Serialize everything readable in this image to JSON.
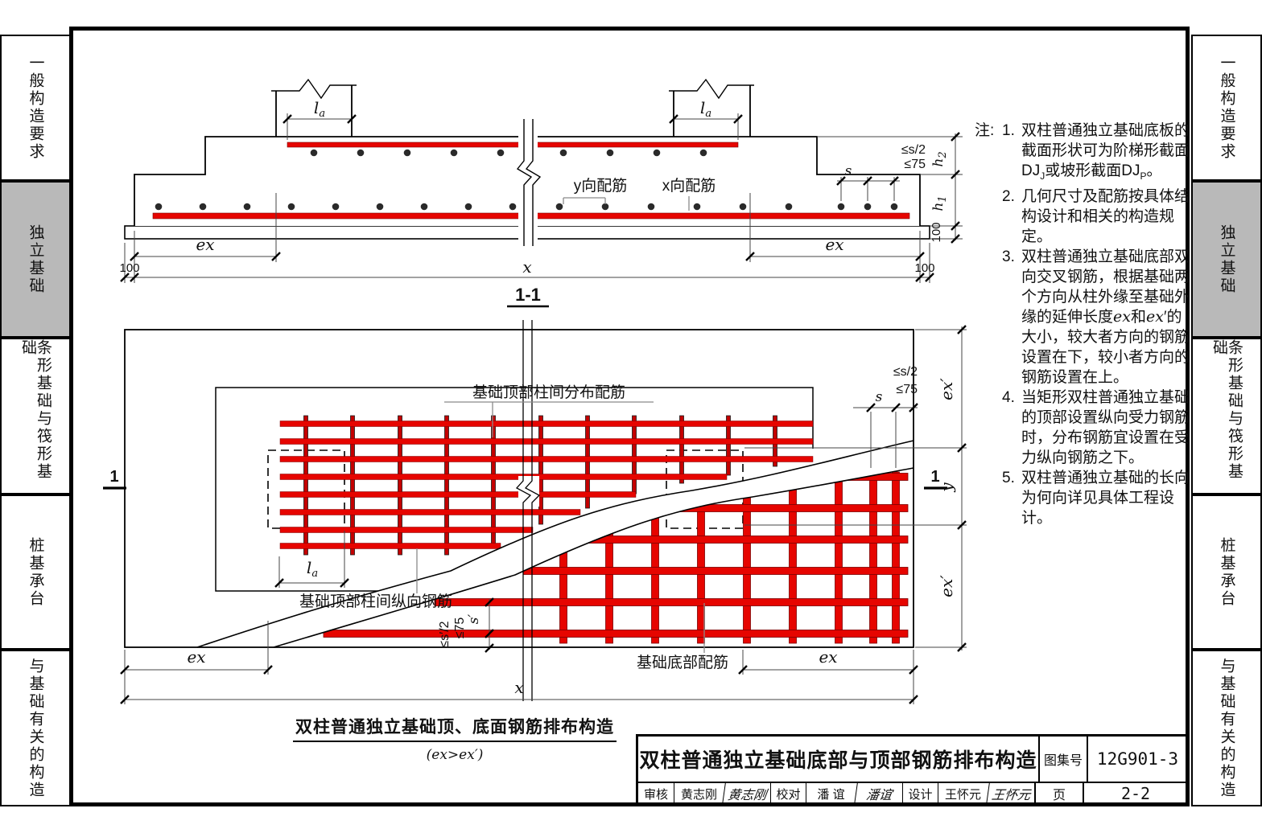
{
  "sidebar": {
    "tabs": [
      {
        "label": "一般构造要求",
        "active": false
      },
      {
        "label": "独立基础",
        "active": true
      },
      {
        "label": "条形基础与筏形基础",
        "active": false
      },
      {
        "label": "桩基承台",
        "active": false
      },
      {
        "label": "与基础有关的构造",
        "active": false
      }
    ]
  },
  "section": {
    "name": "1-1",
    "labels": {
      "la_base": "l",
      "la_sub": "a",
      "y_dir": "y向配筋",
      "x_dir": "x向配筋",
      "le_s2": "≤s/2",
      "le_75": "≤75",
      "s": "s",
      "h_base": "h",
      "h1_sub": "1",
      "h2_sub": "2",
      "n100": "100",
      "ex": "ex",
      "x": "x"
    }
  },
  "plan": {
    "marker": "1",
    "labels": {
      "top_dist": "基础顶部柱间分布配筋",
      "top_long": "基础顶部柱间纵向钢筋",
      "bottom": "基础底部配筋",
      "le_sp2": "≤s′/2",
      "le_75": "≤75",
      "sp": "s′",
      "le_s2": "≤s/2",
      "s": "s",
      "ex_p": "ex′",
      "y": "y",
      "ex": "ex",
      "x": "x",
      "la_base": "l",
      "la_sub": "a"
    },
    "caption": "双柱普通独立基础顶、底面钢筋排布构造",
    "caption_sub": "(ex>ex′)"
  },
  "notes": {
    "prefix": "注:",
    "items": [
      {
        "num": "1.",
        "html": "双柱普通独立基础底板的截面形状可为阶梯形截面DJ<sub>J</sub>或坡形截面DJ<sub>P</sub>。"
      },
      {
        "num": "2.",
        "html": "几何尺寸及配筋按具体结构设计和相关的构造规定。"
      },
      {
        "num": "3.",
        "html": "双柱普通独立基础底部双向交叉钢筋，根据基础两个方向从柱外缘至基础外缘的延伸长度<i>ex</i>和<i>ex</i>′的大小，较大者方向的钢筋设置在下，较小者方向的钢筋设置在上。"
      },
      {
        "num": "4.",
        "html": "当矩形双柱普通独立基础的顶部设置纵向受力钢筋时，分布钢筋宜设置在受力纵向钢筋之下。"
      },
      {
        "num": "5.",
        "html": "双柱普通独立基础的长向为何向详见具体工程设计。"
      }
    ]
  },
  "title_block": {
    "title": "双柱普通独立基础底部与顶部钢筋排布构造",
    "atlas_label": "图集号",
    "atlas_no": "12G901-3",
    "page_label": "页",
    "page_no": "2-2",
    "fields": [
      {
        "label": "审核",
        "name": "黄志刚",
        "sig": "黄志刚"
      },
      {
        "label": "校对",
        "name": "潘 谊",
        "sig": "潘谊"
      },
      {
        "label": "设计",
        "name": "王怀元",
        "sig": "王怀元"
      }
    ]
  },
  "colors": {
    "rebar_red": "#e60500",
    "rebar_edge": "#7a0000",
    "dot_dark": "#2a2a2a",
    "tab_active_bg": "#b9b9b9",
    "line_black": "#000000",
    "leader_gray": "#8a8a8a"
  }
}
